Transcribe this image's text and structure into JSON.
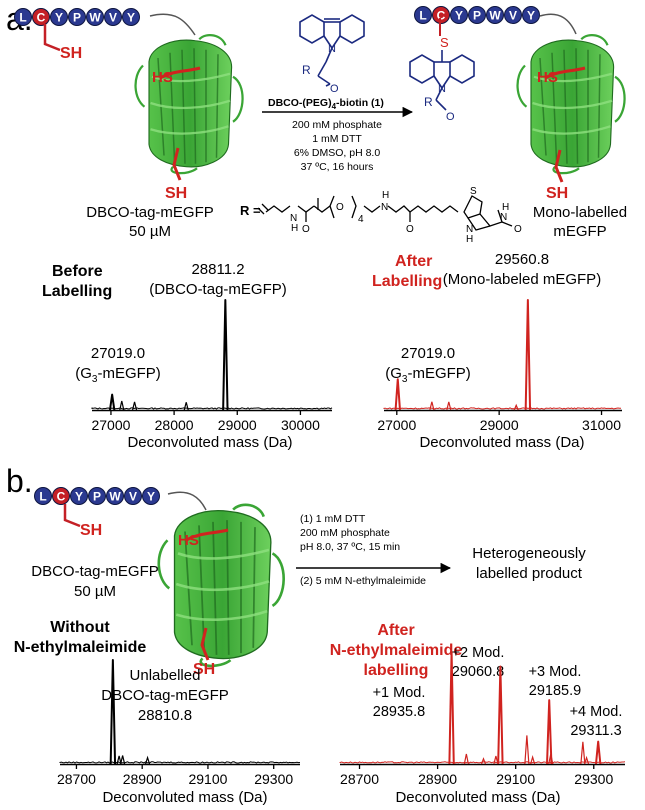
{
  "panel_a": {
    "label": "a.",
    "peptide_residues": [
      "L",
      "C",
      "Y",
      "P",
      "W",
      "V",
      "Y"
    ],
    "peptide_residues_right": [
      "L",
      "C",
      "Y",
      "P",
      "W",
      "V",
      "Y"
    ],
    "thiol_peptide": "SH",
    "thiol_hs": "HS",
    "thiol_sh": "SH",
    "thiol_hs_right": "HS",
    "thiol_sh_right": "SH",
    "sulfur_label": "S",
    "r_group_left": "R",
    "r_group_right": "R",
    "reagent_label": "DBCO-(PEG)",
    "reagent_subscript": "4",
    "reagent_suffix": "-biotin (",
    "reagent_number": "1",
    "reagent_close": ")",
    "conditions": [
      "200 mM phosphate",
      "1 mM DTT",
      "6% DMSO, pH 8.0",
      "37 ºC, 16 hours"
    ],
    "protein_name_left": "DBCO-tag-mEGFP",
    "protein_conc_left": "50 µM",
    "protein_name_right_line1": "Mono-labelled",
    "protein_name_right_line2": "mEGFP",
    "r_definition": "R =",
    "r_peg_subscript": "4",
    "r_atoms": {
      "h1": "H",
      "n1": "N",
      "o1": "O",
      "o2": "O",
      "h2": "H",
      "n2": "N",
      "o3": "O",
      "s": "S",
      "h3": "H",
      "n3": "N",
      "n4": "N",
      "h4": "H",
      "o4": "O"
    },
    "spectrum_left": {
      "title_line1": "Before",
      "title_line2": "Labelling",
      "peak_main_mass": "28811.2",
      "peak_main_name": "(DBCO-tag-mEGFP)",
      "peak_minor_mass": "27019.0",
      "peak_minor_name_pre": "(G",
      "peak_minor_name_sub": "3",
      "peak_minor_name_post": "-mEGFP)",
      "xlabel": "Deconvoluted mass (Da)",
      "ticks": [
        "27000",
        "28000",
        "29000",
        "30000"
      ]
    },
    "spectrum_right": {
      "title_line1": "After",
      "title_line2": "Labelling",
      "peak_main_mass": "29560.8",
      "peak_main_name": "(Mono-labeled mEGFP)",
      "peak_minor_mass": "27019.0",
      "peak_minor_name_pre": "(G",
      "peak_minor_name_sub": "3",
      "peak_minor_name_post": "-mEGFP)",
      "xlabel": "Deconvoluted mass (Da)",
      "ticks": [
        "27000",
        "29000",
        "31000"
      ]
    }
  },
  "panel_b": {
    "label": "b.",
    "peptide_residues": [
      "L",
      "C",
      "Y",
      "P",
      "W",
      "V",
      "Y"
    ],
    "thiol_peptide": "SH",
    "thiol_hs": "HS",
    "thiol_sh": "SH",
    "protein_name": "DBCO-tag-mEGFP",
    "protein_conc": "50 µM",
    "conditions_top": [
      "(1) 1 mM DTT",
      "200 mM phosphate",
      "pH 8.0, 37 ºC, 15 min"
    ],
    "conditions_bottom": "(2) 5 mM N-ethylmaleimide",
    "product_line1": "Heterogeneously",
    "product_line2": "labelled product",
    "spectrum_left": {
      "title_line1": "Without",
      "title_line2": "N-ethylmaleimide",
      "peak_line1": "Unlabelled",
      "peak_line2": "DBCO-tag-mEGFP",
      "peak_line3": "28810.8",
      "xlabel": "Deconvoluted mass (Da)",
      "ticks": [
        "28700",
        "28900",
        "29100",
        "29300"
      ]
    },
    "spectrum_right": {
      "title_line1": "After",
      "title_line2": "N-ethylmaleimide",
      "title_line3": "labelling",
      "mods": [
        {
          "label": "+1 Mod.",
          "mass": "28935.8"
        },
        {
          "label": "+2 Mod.",
          "mass": "29060.8"
        },
        {
          "label": "+3 Mod.",
          "mass": "29185.9"
        },
        {
          "label": "+4 Mod.",
          "mass": "29311.3"
        }
      ],
      "xlabel": "Deconvoluted mass (Da)",
      "ticks": [
        "28700",
        "28900",
        "29100",
        "29300"
      ]
    }
  },
  "colors": {
    "red": "#d0231f",
    "protein_green": "#3aa535",
    "protein_dark": "#1f6b1f",
    "peptide_blue": "#2b3990",
    "peptide_red": "#c42026",
    "reagent_blue": "#1b2a80"
  },
  "icons": [
    "gfp-barrel-icon",
    "dbco-structure-icon",
    "biotin-structure-icon"
  ],
  "chart_data": [
    {
      "type": "line",
      "axis_domain": [
        26700,
        30500
      ],
      "tick_values": [
        27000,
        28000,
        29000,
        30000
      ],
      "x": [
        27019.0,
        28811.2
      ],
      "y": [
        0.14,
        1.0
      ],
      "color": "#000000"
    },
    {
      "type": "line",
      "axis_domain": [
        26750,
        31400
      ],
      "tick_values": [
        27000,
        29000,
        31000
      ],
      "x": [
        27019.0,
        29560.8
      ],
      "y": [
        0.28,
        1.0
      ],
      "color": "#d0231f"
    },
    {
      "type": "line",
      "axis_domain": [
        28650,
        29380
      ],
      "tick_values": [
        28700,
        28900,
        29100,
        29300
      ],
      "x": [
        28810.8
      ],
      "y": [
        1.0
      ],
      "color": "#000000"
    },
    {
      "type": "line",
      "axis_domain": [
        28650,
        29380
      ],
      "tick_values": [
        28700,
        28900,
        29100,
        29300
      ],
      "x": [
        28935.8,
        29060.8,
        29185.9,
        29311.3
      ],
      "y": [
        1.0,
        0.87,
        0.57,
        0.2
      ],
      "color": "#d0231f"
    }
  ]
}
